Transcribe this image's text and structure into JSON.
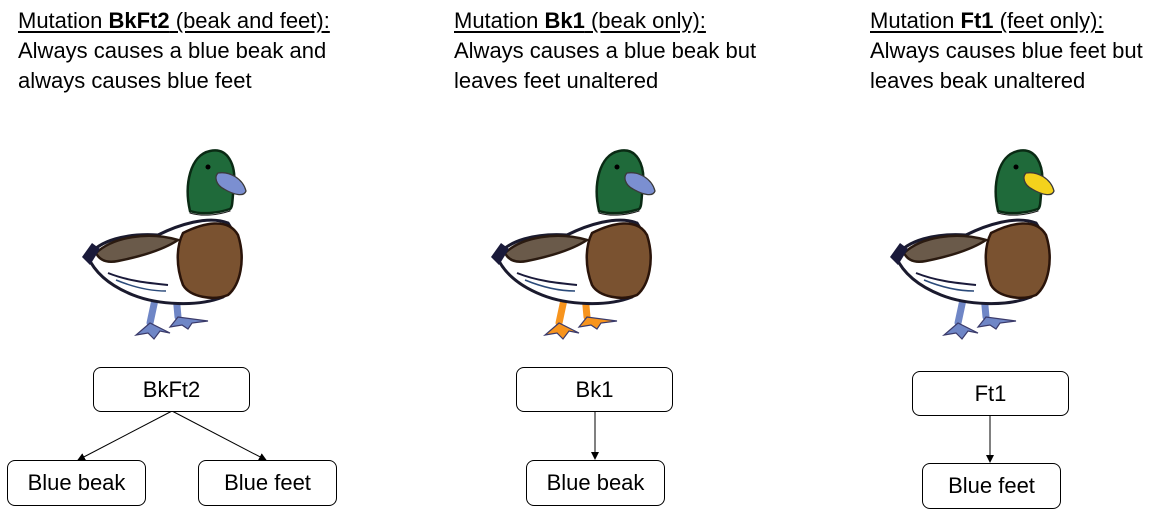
{
  "panels": [
    {
      "heading_prefix": "Mutation ",
      "heading_bold": "BkFt2",
      "heading_suffix": " (beak and feet):",
      "description_lines": [
        "Always causes a blue beak and",
        "always causes blue feet"
      ],
      "beak_color": "#7b8fd1",
      "feet_color": "#6f86c6",
      "gene_box": "BkFt2",
      "effects": [
        "Blue beak",
        "Blue feet"
      ]
    },
    {
      "heading_prefix": "Mutation ",
      "heading_bold": "Bk1",
      "heading_suffix": " (beak only):",
      "description_lines": [
        "Always causes a blue beak but",
        "leaves feet unaltered"
      ],
      "beak_color": "#7b8fd1",
      "feet_color": "#f7941d",
      "gene_box": "Bk1",
      "effects": [
        "Blue beak"
      ]
    },
    {
      "heading_prefix": "Mutation ",
      "heading_bold": "Ft1",
      "heading_suffix": " (feet only):",
      "description_lines": [
        "Always causes blue feet but",
        "leaves beak unaltered"
      ],
      "beak_color": "#f4d21c",
      "feet_color": "#6f86c6",
      "gene_box": "Ft1",
      "effects": [
        "Blue feet"
      ]
    }
  ]
}
